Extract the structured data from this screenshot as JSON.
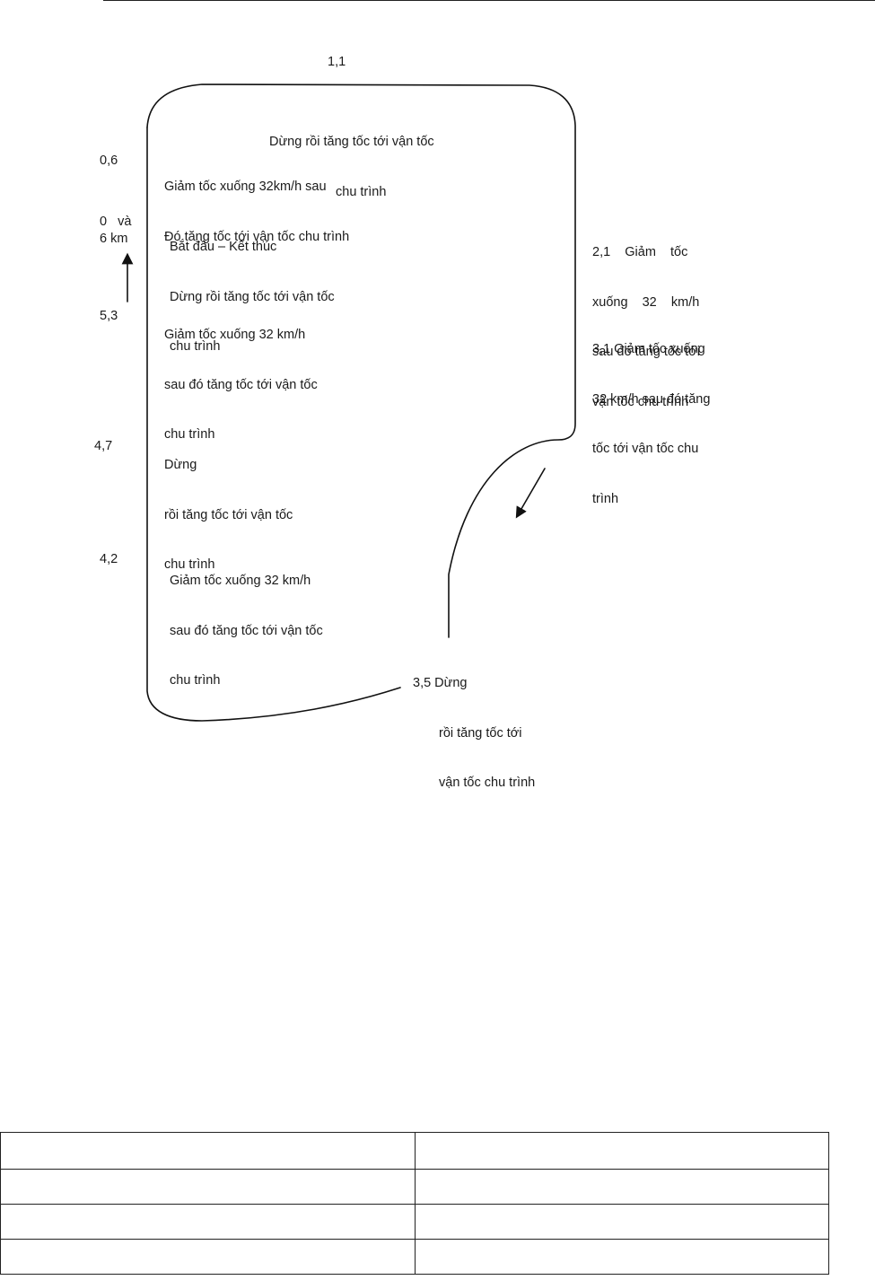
{
  "diagram": {
    "distance_markers": {
      "top": "1,1",
      "m06": "0,6",
      "start_line1": "0   và",
      "start_line2": "6 km",
      "m53": "5,3",
      "m47": "4,7",
      "m42": "4,2"
    },
    "stops": {
      "top": [
        "Dừng rồi tăng tốc tới vận tốc",
        "chu trình"
      ],
      "s06": [
        "Giảm tốc xuống 32km/h sau",
        "Đó tăng tốc tới vận tốc chu trình"
      ],
      "start": [
        "Bắt đầu – Kết thúc",
        "Dừng rồi tăng tốc tới vận tốc",
        "chu trình"
      ],
      "s53": [
        "Giảm tốc xuống 32 km/h",
        "sau đó tăng tốc tới vận tốc",
        "chu trình"
      ],
      "s47": [
        "Dừng",
        "rồi tăng tốc tới vận tốc",
        "chu trình"
      ],
      "s42": [
        "Giảm tốc xuống 32 km/h",
        "sau đó tăng tốc tới vận tốc",
        "chu trình"
      ],
      "s21": [
        "2,1    Giảm    tốc",
        "xuống    32    km/h",
        "sau đó tăng tốc tới",
        "vận tốc chu trình"
      ],
      "s31": [
        "3,1 Giảm tốc xuống",
        "32 km/h sau đó tăng",
        "tốc tới vận tốc chu",
        "trình"
      ],
      "s35": [
        "3,5 Dừng",
        "rồi tăng tốc tới",
        "vận tốc chu trình"
      ]
    }
  },
  "table": {
    "rows": [
      [
        "",
        ""
      ],
      [
        "",
        ""
      ],
      [
        "",
        ""
      ],
      [
        "",
        ""
      ]
    ]
  }
}
